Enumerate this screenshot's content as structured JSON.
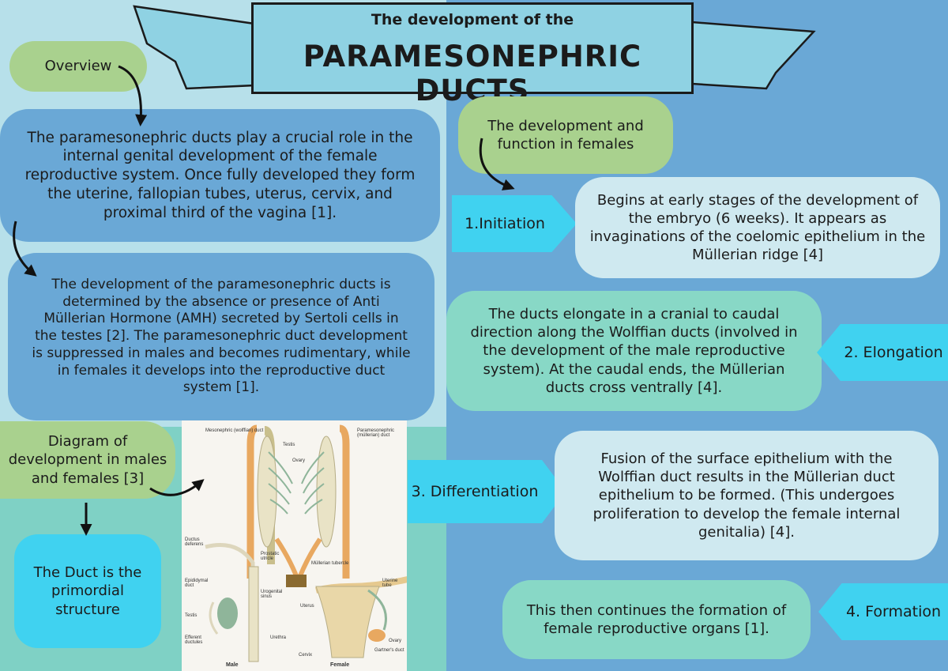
{
  "title": {
    "small": "The development of the",
    "big": "PARAMESONEPHRIC DUCTS"
  },
  "overview": {
    "label": "Overview",
    "paragraph1": "The paramesonephric ducts play a crucial role in the internal genital development of the female reproductive system. Once fully developed they form the uterine, fallopian tubes, uterus, cervix, and proximal third of the vagina [1].",
    "paragraph2": "The development of the paramesonephric ducts is determined by the absence or presence of Anti Müllerian Hormone (AMH) secreted by Sertoli cells in the testes [2]. The paramesonephric duct development is suppressed in males and becomes rudimentary, while in females it develops into the reproductive duct system [1]."
  },
  "diagram": {
    "label": "Diagram of development in males and females [3]",
    "duct_note": "The Duct is the primordial structure",
    "figure_labels": {
      "mesonephric": "Mesonephric (wolffian) duct",
      "testis_top": "Testis",
      "paramesonephric": "Paramesonephric (müllerian) duct",
      "ovary_top": "Ovary",
      "ductus": "Ductus deferens",
      "prostatic": "Prostatic utricle",
      "mullerian_tubercle": "Müllerian tubercle",
      "epididymal": "Epididymal duct",
      "urogenital": "Urogenital sinus",
      "uterus": "Uterus",
      "uterine_tube": "Uterine tube",
      "testis_bottom": "Testis",
      "efferent": "Efferent ductules",
      "urethra": "Urethra",
      "ovary_bottom": "Ovary",
      "gartner": "Gartner's duct",
      "cervix": "Cervix",
      "male": "Male",
      "female": "Female"
    }
  },
  "female_section": {
    "label": "The development and function in females",
    "steps": [
      {
        "name": "1.Initiation",
        "text": "Begins at early stages of the development of the embryo (6 weeks). It appears as invaginations of the coelomic epithelium in the Müllerian ridge [4]"
      },
      {
        "name": "2. Elongation",
        "text": "The ducts elongate in a cranial to caudal direction along the Wolffian ducts (involved in the development of the male reproductive system). At the caudal ends, the Müllerian ducts cross ventrally [4]."
      },
      {
        "name": "3. Differentiation",
        "text": "Fusion of the surface epithelium with the Wolffian duct results in the Müllerian duct epithelium to be formed. (This undergoes proliferation to develop the female internal genitalia) [4]."
      },
      {
        "name": "4. Formation",
        "text": "This then continues the formation of female reproductive organs [1]."
      }
    ]
  },
  "colors": {
    "banner": "#8fd2e3",
    "green": "#a9d18e",
    "blue": "#6aa8d6",
    "light": "#cfe9f0",
    "mint": "#88d8c6",
    "cyan": "#40d2f0"
  }
}
